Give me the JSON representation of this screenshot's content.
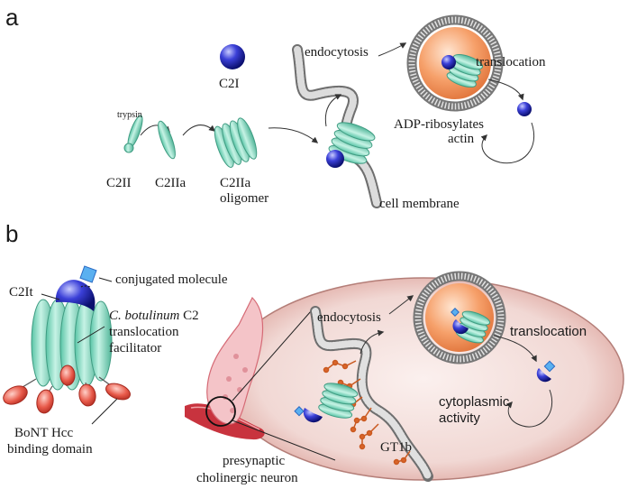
{
  "panel_a": {
    "letter": "a",
    "trypsin": "trypsin",
    "c2ii": "C2II",
    "c2iia": "C2IIa",
    "c2iia_oligomer_1": "C2IIa",
    "c2iia_oligomer_2": "oligomer",
    "c2i": "C2I",
    "endocytosis": "endocytosis",
    "translocation": "translocation",
    "adp_1": "ADP-ribosylates",
    "adp_2": "actin",
    "cell_membrane": "cell membrane"
  },
  "panel_b": {
    "letter": "b",
    "c2it": "C2It",
    "conjugated": "conjugated molecule",
    "cbot_italic": "C. botulinum",
    "cbot_rest": " C2",
    "facilitator_1": "translocation",
    "facilitator_2": "facilitator",
    "bont_1": "BoNT Hcc",
    "bont_2": "binding domain",
    "endocytosis": "endocytosis",
    "translocation": "translocation",
    "cyto_1": "cytoplasmic",
    "cyto_2": "activity",
    "gt1b": "GT1b",
    "neuron_1": "presynaptic",
    "neuron_2": "cholinergic neuron"
  },
  "colors": {
    "oligomer_teal": "#7fd6bd",
    "c2i_blue": "#2a2fc8",
    "vesicle_orange": "#f4a070",
    "cell_pink": "#f3dcd8",
    "ganglioside_orange": "#d9652a",
    "neuron_red": "#d84a4a"
  }
}
